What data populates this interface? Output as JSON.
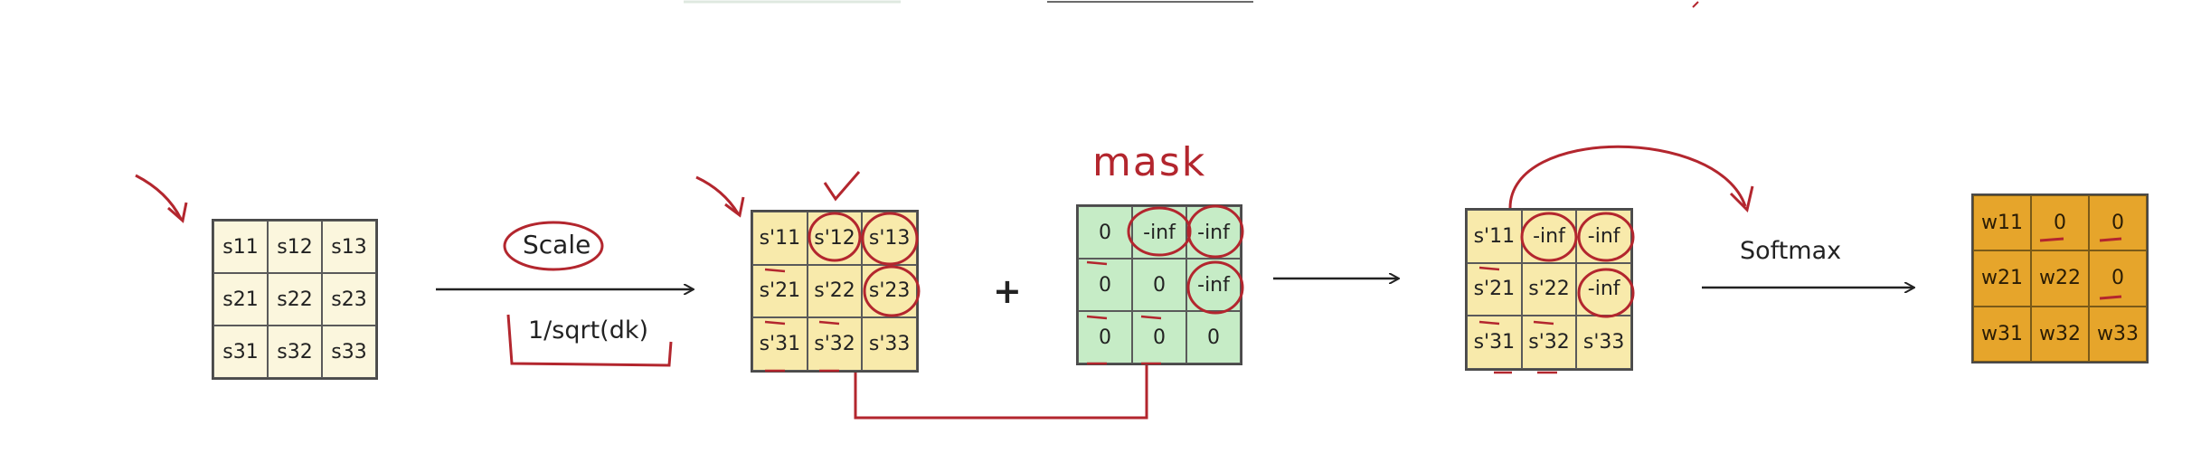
{
  "scores_matrix": {
    "cells": [
      "s11",
      "s12",
      "s13",
      "s21",
      "s22",
      "s23",
      "s31",
      "s32",
      "s33"
    ]
  },
  "scale_step": {
    "label": "Scale",
    "formula": "1/sqrt(dk)"
  },
  "scaled_matrix": {
    "cells": [
      "s'11",
      "s'12",
      "s'13",
      "s'21",
      "s'22",
      "s'23",
      "s'31",
      "s'32",
      "s'33"
    ]
  },
  "plus_sign": "+",
  "mask_matrix": {
    "title": "mask",
    "cells": [
      "0",
      "-inf",
      "-inf",
      "0",
      "0",
      "-inf",
      "0",
      "0",
      "0"
    ]
  },
  "masked_matrix": {
    "cells": [
      "s'11",
      "-inf",
      "-inf",
      "s'21",
      "s'22",
      "-inf",
      "s'31",
      "s'32",
      "s'33"
    ]
  },
  "softmax_step": {
    "label": "Softmax"
  },
  "weights_matrix": {
    "cells": [
      "w11",
      "0",
      "0",
      "w21",
      "w22",
      "0",
      "w31",
      "w32",
      "w33"
    ]
  },
  "colors": {
    "annotation_red": "#b3262e",
    "scores_fill": "#fbf6dd",
    "scaled_fill": "#f8eaab",
    "mask_fill": "#c6ecc6",
    "weights_fill": "#e6a52b",
    "ink": "#222222"
  }
}
